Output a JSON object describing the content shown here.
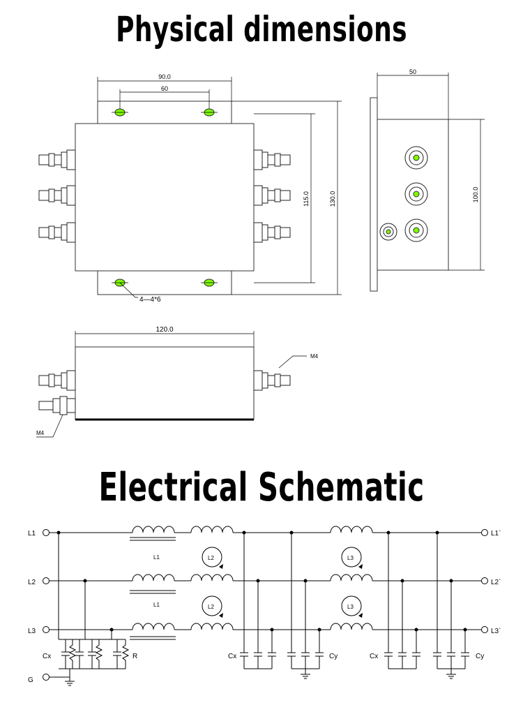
{
  "headings": {
    "physical": "Physical dimensions",
    "electrical": "Electrical Schematic"
  },
  "dimensions": {
    "top_width": "90.0",
    "hole_spacing": "60",
    "side_depth": "50",
    "height_inner": "115.0",
    "height_outer": "130.0",
    "side_height": "100.0",
    "holes": "4—4*6",
    "length": "120.0",
    "stud_right": "M4",
    "stud_left": "M4"
  },
  "schematic": {
    "inputs": [
      "L1",
      "L2",
      "L3",
      "G"
    ],
    "outputs": [
      "L1`",
      "L2`",
      "L3`"
    ],
    "inductors": {
      "diff_top": "L1",
      "diff_mid": "L1",
      "cm_a": "L2",
      "cm_a2": "L2",
      "cm_b": "L3",
      "cm_b2": "L3"
    },
    "components": {
      "cx1": "Cx",
      "r": "R",
      "cx2": "Cx",
      "cy1": "Cy",
      "cx3": "Cx",
      "cy2": "Cy"
    }
  },
  "colors": {
    "hole_fill": "#7CFC00",
    "line": "#000000"
  }
}
